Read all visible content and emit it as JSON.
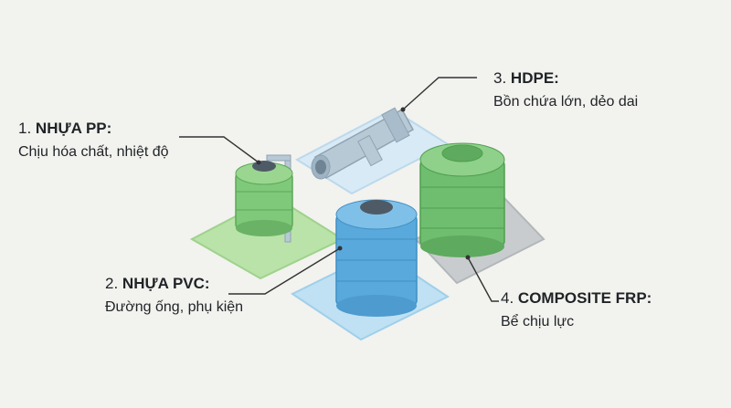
{
  "labels": {
    "pp": {
      "num": "1.",
      "name": "NHỰA PP:",
      "desc": "Chịu hóa chất, nhiệt độ"
    },
    "pvc": {
      "num": "2.",
      "name": "NHỰA PVC:",
      "desc": "Đường ống, phụ kiện"
    },
    "hdpe": {
      "num": "3.",
      "name": "HDPE:",
      "desc": "Bồn chứa lớn, dẻo dai"
    },
    "frp": {
      "num": "4.",
      "name": "COMPOSITE FRP:",
      "desc": "Bể chịu lực"
    }
  },
  "colors": {
    "background": "#f2f2ef",
    "pp_tank": "#7fc97a",
    "pp_base": "#b9e3a9",
    "pvc_pipe": "#b8c9d6",
    "pvc_base": "#d8eaf5",
    "hdpe_tank": "#5aa9dc",
    "hdpe_base": "#bfe1f3",
    "frp_tank": "#6fbd6f",
    "frp_base": "#c9ccce",
    "lid": "#4e5b66",
    "leader_line": "#333333"
  }
}
